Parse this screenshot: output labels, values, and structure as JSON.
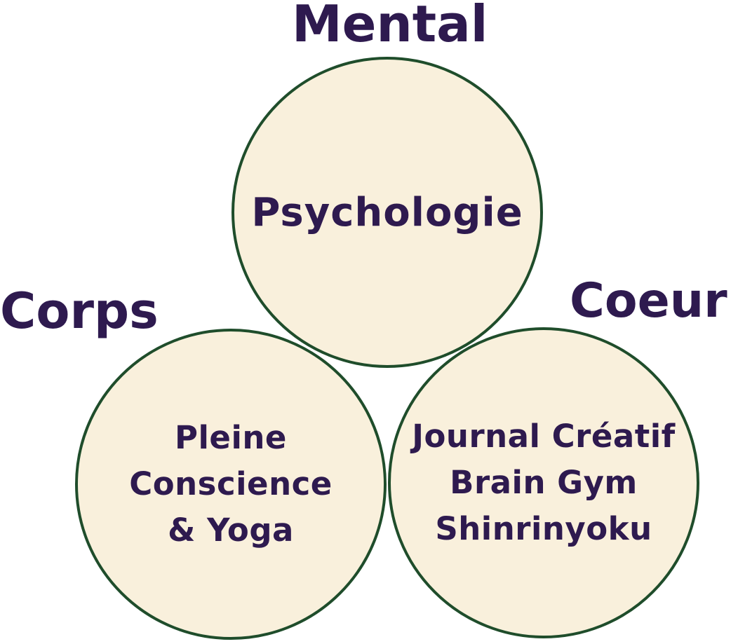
{
  "labels": {
    "mental": "Mental",
    "corps": "Corps",
    "coeur": "Coeur"
  },
  "circles": {
    "mental": {
      "lines": [
        "Psychologie"
      ]
    },
    "corps": {
      "lines": [
        "Pleine",
        "Conscience",
        "& Yoga"
      ]
    },
    "coeur": {
      "lines": [
        "Journal Créatif",
        "Brain Gym",
        "Shinrinyoku"
      ]
    }
  },
  "colors": {
    "circle_fill": "#f9f0dc",
    "circle_stroke": "#1f4d2b",
    "text": "#2e1a4f"
  }
}
